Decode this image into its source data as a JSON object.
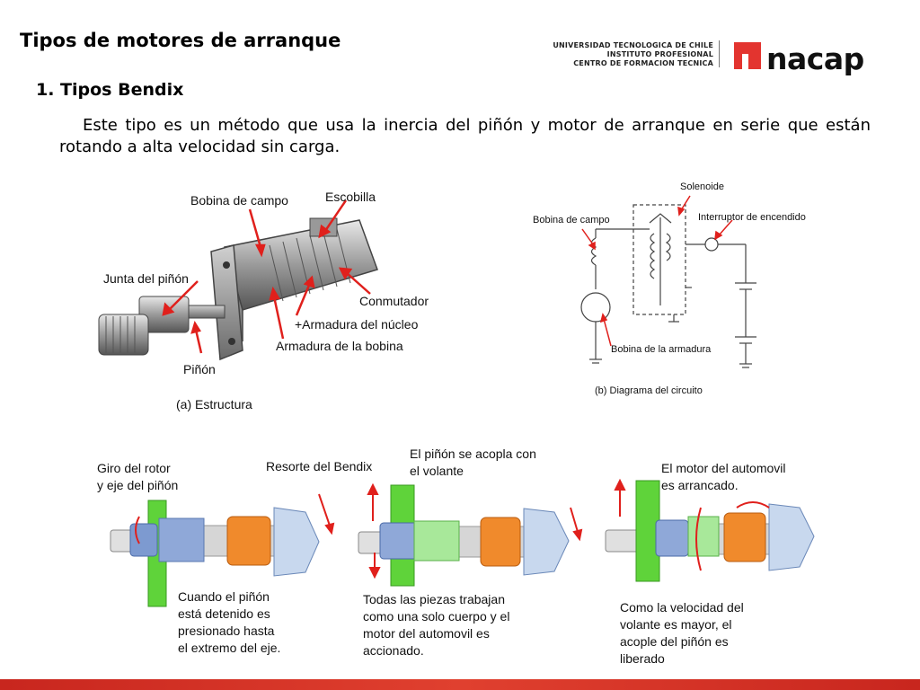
{
  "slide": {
    "title": "Tipos de motores de arranque",
    "section_heading": "1. Tipos Bendix",
    "body_text": "Este tipo es un método que usa la inercia del piñón y motor de arranque en serie que están rotando a alta velocidad sin carga."
  },
  "institution": {
    "line1": "UNIVERSIDAD TECNOLOGICA DE CHILE",
    "line2": "INSTITUTO PROFESIONAL",
    "line3": "CENTRO DE FORMACION TECNICA",
    "logo_text": "nacap",
    "logo_icon": "inacap-logo-mark-icon",
    "brand_color": "#e3342f"
  },
  "structure_figure": {
    "caption": "(a) Estructura",
    "labels": {
      "bobina_campo": "Bobina de campo",
      "escobilla": "Escobilla",
      "junta_pinon": "Junta del piñón",
      "conmutador": "Conmutador",
      "armadura_nucleo": "+Armadura del núcleo",
      "armadura_bobina": "Armadura de la bobina",
      "pinon": "Piñón"
    }
  },
  "circuit_figure": {
    "caption": "(b) Diagrama del circuito",
    "labels": {
      "solenoide": "Solenoide",
      "bobina_campo": "Bobina de campo",
      "interruptor": "Interruptor de encendido",
      "bobina_armadura": "Bobina de la armadura"
    }
  },
  "bendix_sequence": {
    "stage1": {
      "top_label_l1": "Giro del rotor",
      "top_label_l2": "y eje del piñón",
      "spring_label": "Resorte del Bendix",
      "desc_l1": "Cuando el piñón",
      "desc_l2": "está detenido es",
      "desc_l3": "presionado hasta",
      "desc_l4": "el extremo del eje."
    },
    "stage2": {
      "top_label_l1": "El piñón se acopla con",
      "top_label_l2": "el volante",
      "desc_l1": "Todas las piezas trabajan",
      "desc_l2": "como una solo cuerpo y el",
      "desc_l3": "motor del automovil es",
      "desc_l4": "accionado."
    },
    "stage3": {
      "top_label_l1": "El motor del automovil",
      "top_label_l2": "es arrancado.",
      "desc_l1": "Como la velocidad del",
      "desc_l2": "volante es mayor, el",
      "desc_l3": "acople del piñón es",
      "desc_l4": "liberado"
    }
  },
  "colors": {
    "arrow_red": "#e0201c",
    "flywheel_green": "#5fd33a",
    "spring_orange": "#f08a2c",
    "pinion_blue": "#7d9ad0",
    "footer_red": "#d12f24"
  }
}
